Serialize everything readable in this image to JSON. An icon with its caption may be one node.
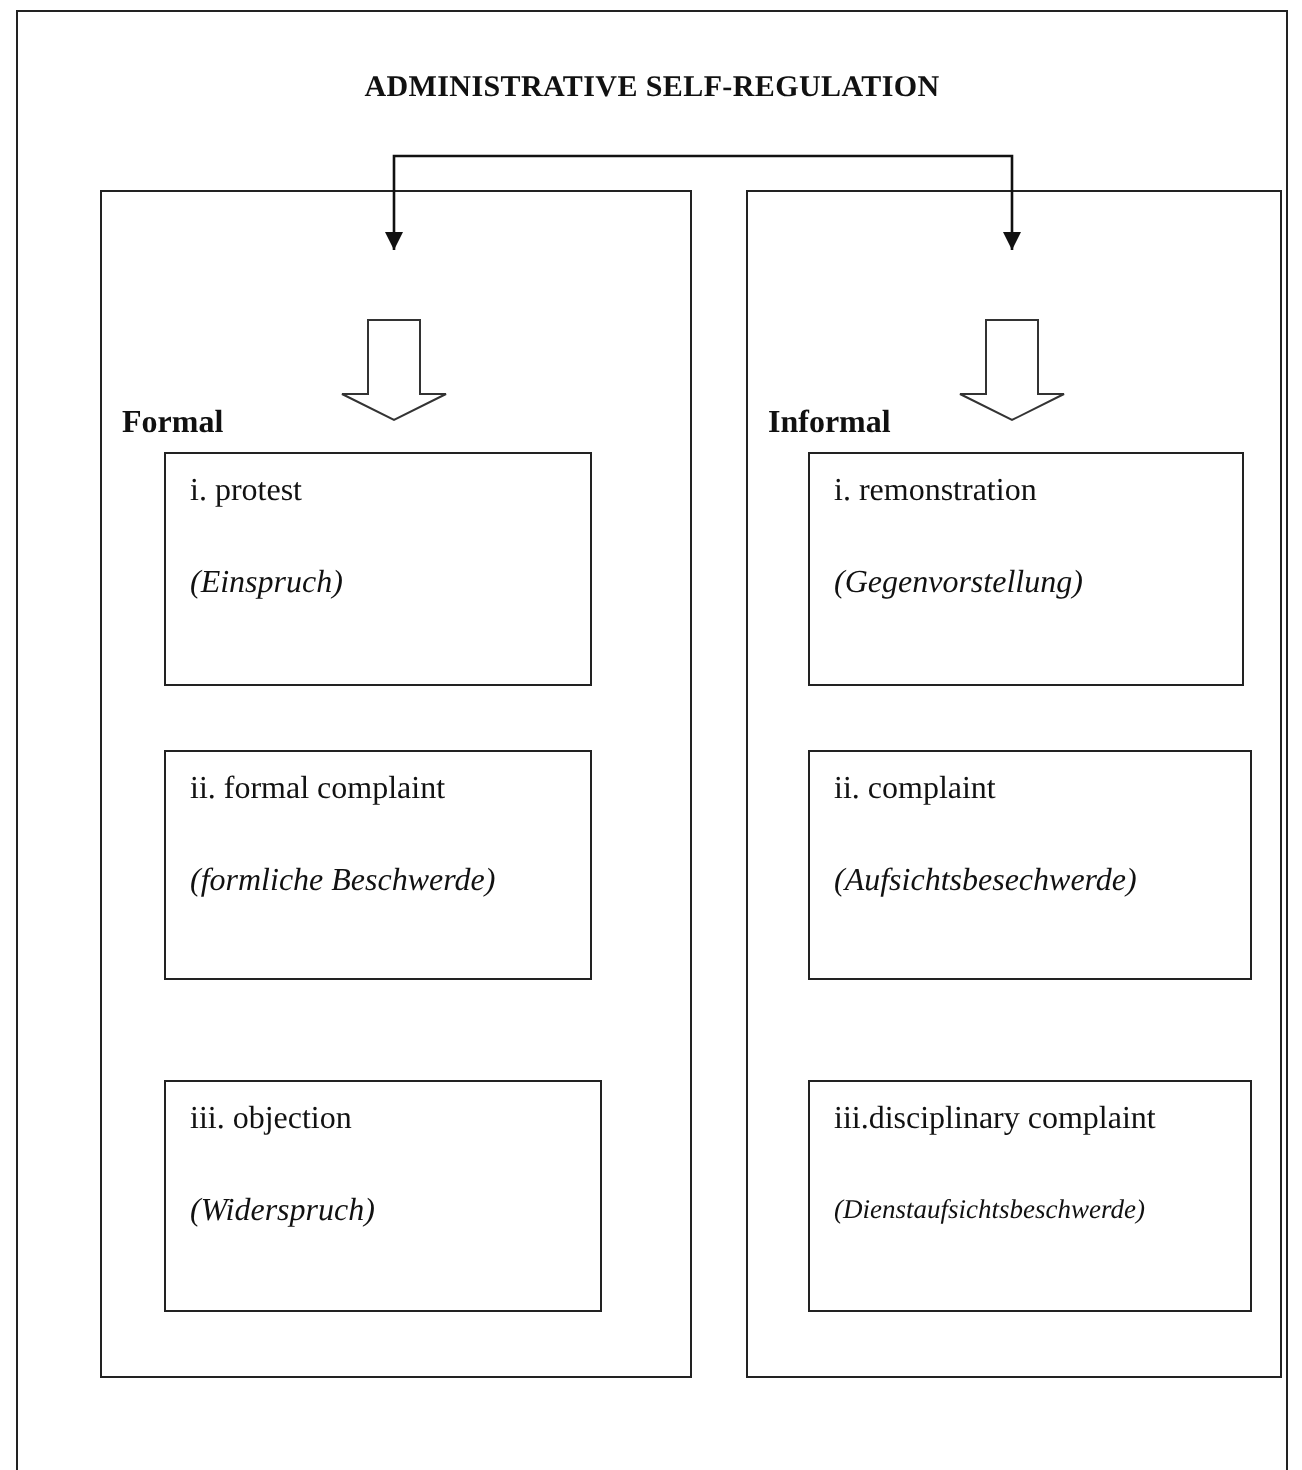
{
  "diagram": {
    "nodes": [
      {
        "text": [
          "ADMINISTRATIVE SELF-REGULATION"
        ]
      },
      {
        "text": [
          "Formal"
        ]
      },
      {
        "text": [
          "i. protest",
          "(Einspruch)"
        ],
        "in": 1
      },
      {
        "text": [
          "ii. formal complaint",
          "(formliche Beschwerde)"
        ],
        "in": 1
      },
      {
        "text": [
          "iii. objection",
          "(Widerspruch)"
        ],
        "in": 1
      },
      {
        "text": [
          "Informal"
        ]
      },
      {
        "text": [
          "i. remonstration",
          "(Gegenvorstellung)"
        ],
        "in": 5
      },
      {
        "text": [
          "ii. complaint",
          "(Aufsichtsbesechwerde)"
        ],
        "in": 5
      },
      {
        "text": [
          "iii.disciplinary complaint",
          "(Dienstaufsichtsbeschwerde)"
        ],
        "in": 5
      }
    ],
    "edges": [
      {
        "from": 0,
        "to": 1,
        "arrow": "to"
      },
      {
        "from": 0,
        "to": 5,
        "arrow": "to"
      }
    ]
  }
}
